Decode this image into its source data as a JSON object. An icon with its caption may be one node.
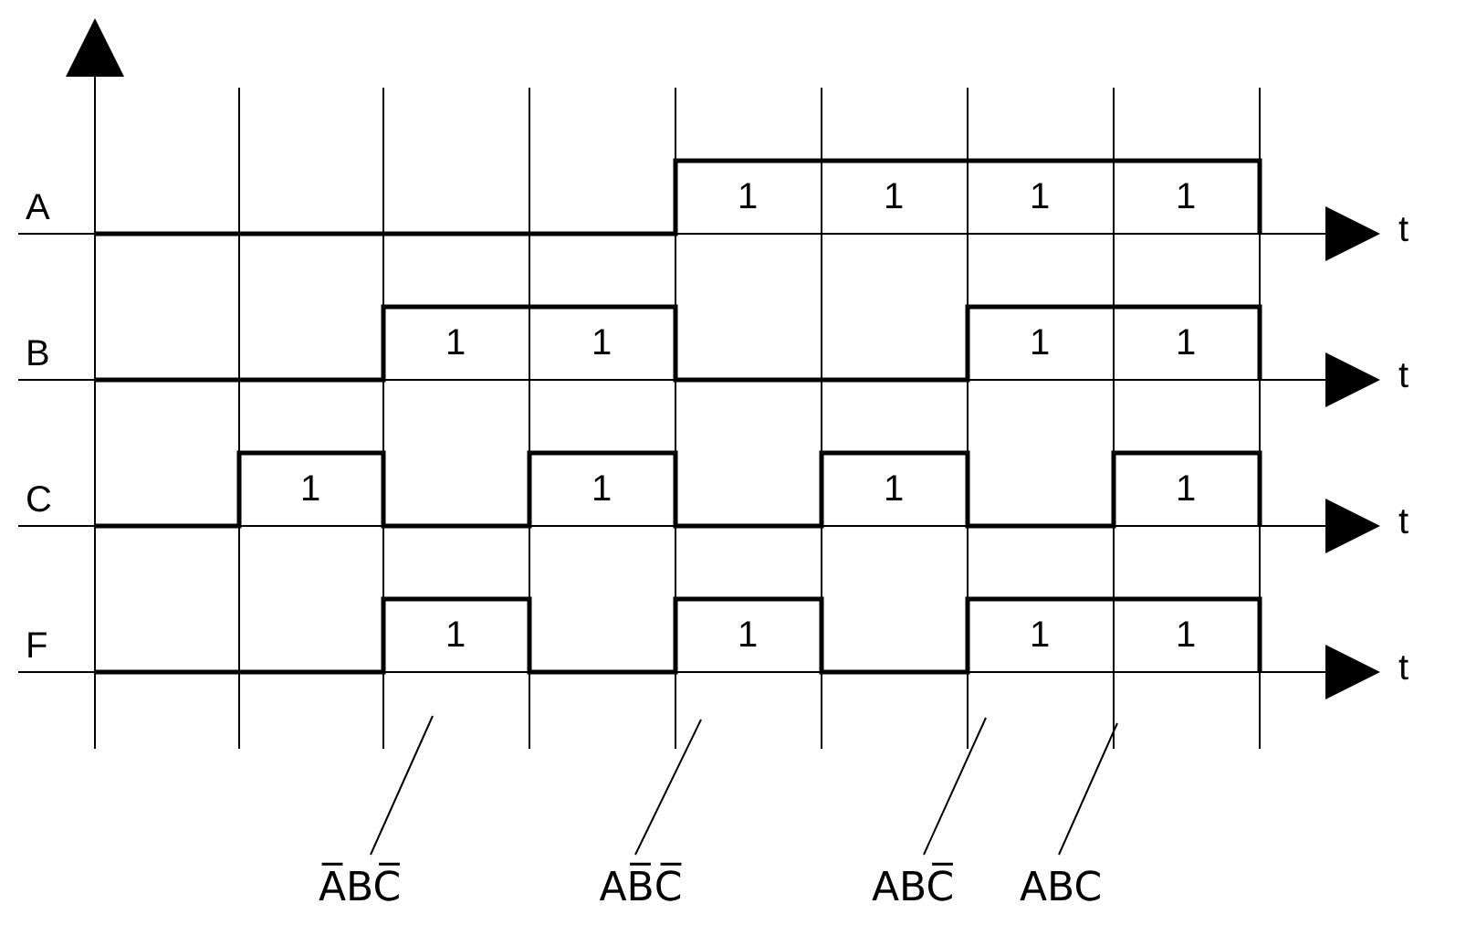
{
  "diagram": {
    "nodes": [
      {
        "text": [
          "A̅BC̅"
        ]
      },
      {
        "text": [
          "AB̅C̅"
        ]
      },
      {
        "text": [
          "ABC̅"
        ]
      },
      {
        "text": [
          "ABC"
        ]
      }
    ],
    "edges": [
      {
        "from": 0,
        "to": null,
        "arrow": "none"
      },
      {
        "from": 1,
        "to": null,
        "arrow": "none"
      },
      {
        "from": 2,
        "to": null,
        "arrow": "none"
      },
      {
        "from": 3,
        "to": null,
        "arrow": "none"
      }
    ],
    "labels": [
      "A",
      "1",
      "1",
      "1",
      "1",
      "t",
      "B",
      "1",
      "1",
      "1",
      "1",
      "t",
      "C",
      "1",
      "1",
      "1",
      "1",
      "t",
      "F",
      "1",
      "1",
      "1",
      "1",
      "t"
    ]
  }
}
